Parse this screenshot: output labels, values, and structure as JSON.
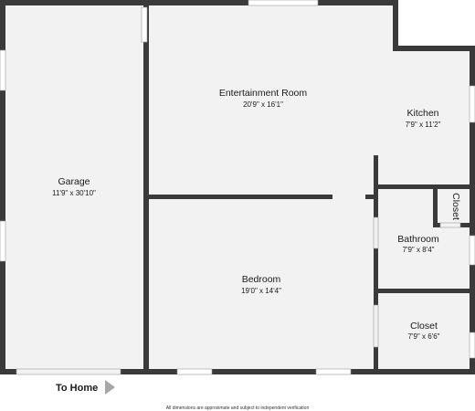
{
  "rooms": {
    "garage": {
      "name": "Garage",
      "dims": "11'9\" x 30'10\""
    },
    "entertainment": {
      "name": "Entertainment Room",
      "dims": "20'9\" x 16'1\""
    },
    "kitchen": {
      "name": "Kitchen",
      "dims": "7'9\" x 11'2\""
    },
    "closet_small": {
      "name": "Closet"
    },
    "bathroom": {
      "name": "Bathroom",
      "dims": "7'9\" x 8'4\""
    },
    "bedroom": {
      "name": "Bedroom",
      "dims": "19'0\" x 14'4\""
    },
    "closet": {
      "name": "Closet",
      "dims": "7'9\" x 6'6\""
    }
  },
  "footer": {
    "to_home": "To Home",
    "disclaimer": "All dimensions are approximate and subject to independent verification"
  },
  "colors": {
    "wall": "#3a3a3a",
    "floor": "#f2f2f2",
    "window": "#ffffff",
    "arrow": "#a6a6a6"
  }
}
